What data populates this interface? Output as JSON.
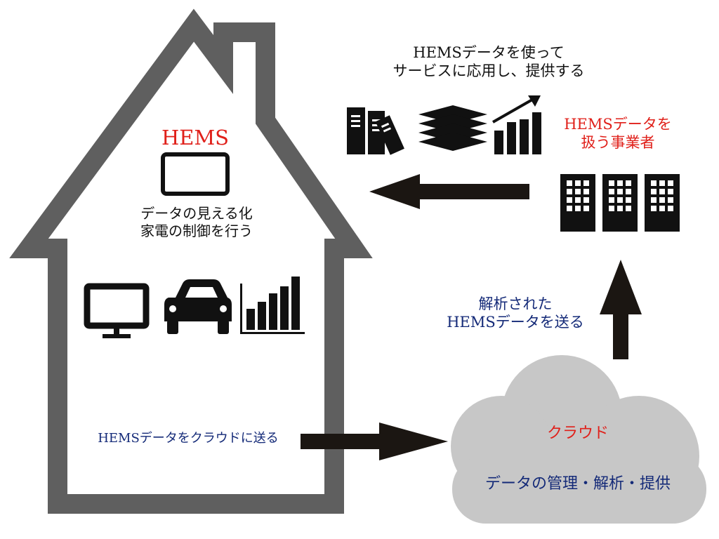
{
  "colors": {
    "house_outline": "#5f5f5f",
    "icon": "#111111",
    "arrow": "#1b1612",
    "cloud": "#c7c7c7",
    "accent_red": "#e0201a",
    "text_navy": "#142a78",
    "text_dark": "#111111"
  },
  "house": {
    "hems_label": "HEMS",
    "description_lines": [
      "データの見える化",
      "家電の制御を行う"
    ],
    "send_to_cloud_label": "HEMSデータをクラウドに送る",
    "icons": [
      "tablet-icon",
      "monitor-icon",
      "car-icon",
      "bar-chart-icon"
    ]
  },
  "cloud": {
    "title": "クラウド",
    "description": "データの管理・解析・提供"
  },
  "operator": {
    "label_lines": [
      "HEMSデータを",
      "扱う事業者"
    ],
    "icons": [
      "office-building-icon",
      "office-building-icon",
      "office-building-icon"
    ]
  },
  "analyzed_data_label_lines": [
    "解析された",
    "HEMSデータを送る"
  ],
  "services_label_lines": [
    "HEMSデータを使って",
    "サービスに応用し、提供する"
  ],
  "services_icons": [
    "binders-icon",
    "document-stack-icon",
    "growth-chart-icon"
  ]
}
